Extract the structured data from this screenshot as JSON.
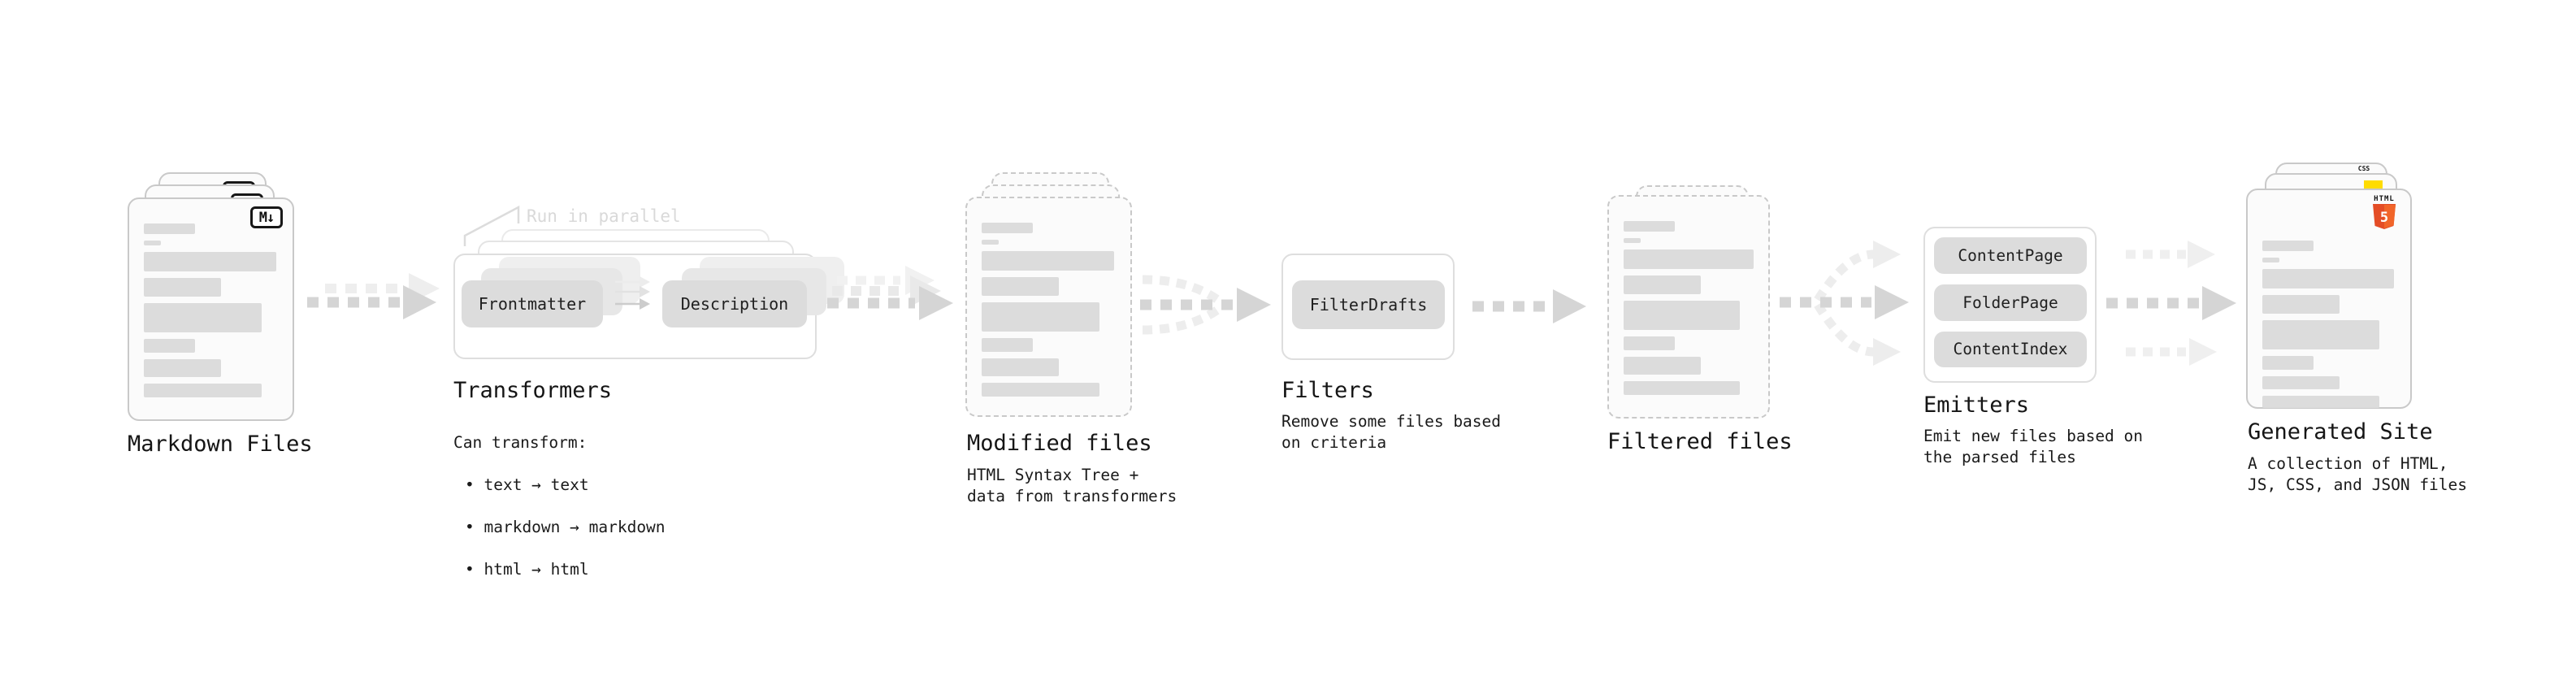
{
  "sections": {
    "markdown": {
      "title": "Markdown Files",
      "badge": "M↓"
    },
    "transformers": {
      "annotation": "Run in parallel",
      "title": "Transformers",
      "pills": [
        "Frontmatter",
        "Description"
      ],
      "desc_heading": "Can transform:",
      "bullets": [
        "• text → text",
        "• markdown → markdown",
        "• html → html"
      ]
    },
    "modified": {
      "title": "Modified files",
      "subtitle": "HTML Syntax Tree +\ndata from transformers"
    },
    "filters": {
      "title": "Filters",
      "pill": "FilterDrafts",
      "subtitle": "Remove some files based\non criteria"
    },
    "filtered": {
      "title": "Filtered files"
    },
    "emitters": {
      "title": "Emitters",
      "pills": [
        "ContentPage",
        "FolderPage",
        "ContentIndex"
      ],
      "subtitle": "Emit new files based on\nthe parsed files"
    },
    "generated": {
      "title": "Generated Site",
      "subtitle": "A collection of HTML,\nJS, CSS, and JSON files",
      "badges": {
        "css": "CSS",
        "html_label": "HTML",
        "html_number": "5"
      }
    }
  },
  "colors": {
    "html5_orange": "#e44d26",
    "html5_orange_light": "#f16529",
    "js_yellow": "#ffdc00",
    "css_blue": "#2b6bf3",
    "doc_border": "#c9c9c9",
    "bar_gray": "#dcdcdc",
    "arrow_gray": "#d5d5d5",
    "arrow_ghost": "#ededed"
  }
}
